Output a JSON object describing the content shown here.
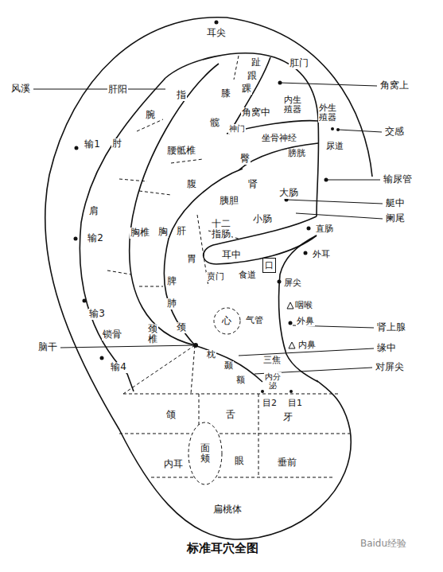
{
  "diagram": {
    "title": "标准耳穴全图",
    "nodes": [
      {
        "text": [
          "心"
        ]
      },
      {
        "text": [
          "口"
        ]
      },
      {
        "text": [
          "面颊"
        ]
      }
    ],
    "labels": [
      "耳尖",
      "肛门",
      "趾",
      "跟",
      "踝",
      "角窝上",
      "风溪",
      "指",
      "膝",
      "内生殖器",
      "外生殖器",
      "角窝中",
      "交感",
      "神门",
      "肝阳",
      "腕",
      "髋",
      "坐骨神经",
      "尿道",
      "输1",
      "肘",
      "腰骶椎",
      "臀",
      "膀胱",
      "输尿管",
      "腹",
      "肾",
      "大肠",
      "艇中",
      "阑尾",
      "胰胆",
      "十二指肠",
      "小肠",
      "直肠",
      "肝",
      "肩",
      "胸椎",
      "胸",
      "输2",
      "耳中",
      "外耳",
      "胃",
      "贲门",
      "食道",
      "屏尖",
      "脾",
      "咽喉",
      "气管",
      "外鼻",
      "肾上腺",
      "输3",
      "肺",
      "内鼻",
      "缘中",
      "脑干",
      "锁骨",
      "颈椎",
      "颈",
      "三焦",
      "对屏尖",
      "输4",
      "枕",
      "颞",
      "额",
      "内分泌",
      "目2",
      "目1",
      "颌",
      "舌",
      "牙",
      "内耳",
      "眼",
      "垂前",
      "扁桃体",
      "Baidu经验"
    ]
  }
}
